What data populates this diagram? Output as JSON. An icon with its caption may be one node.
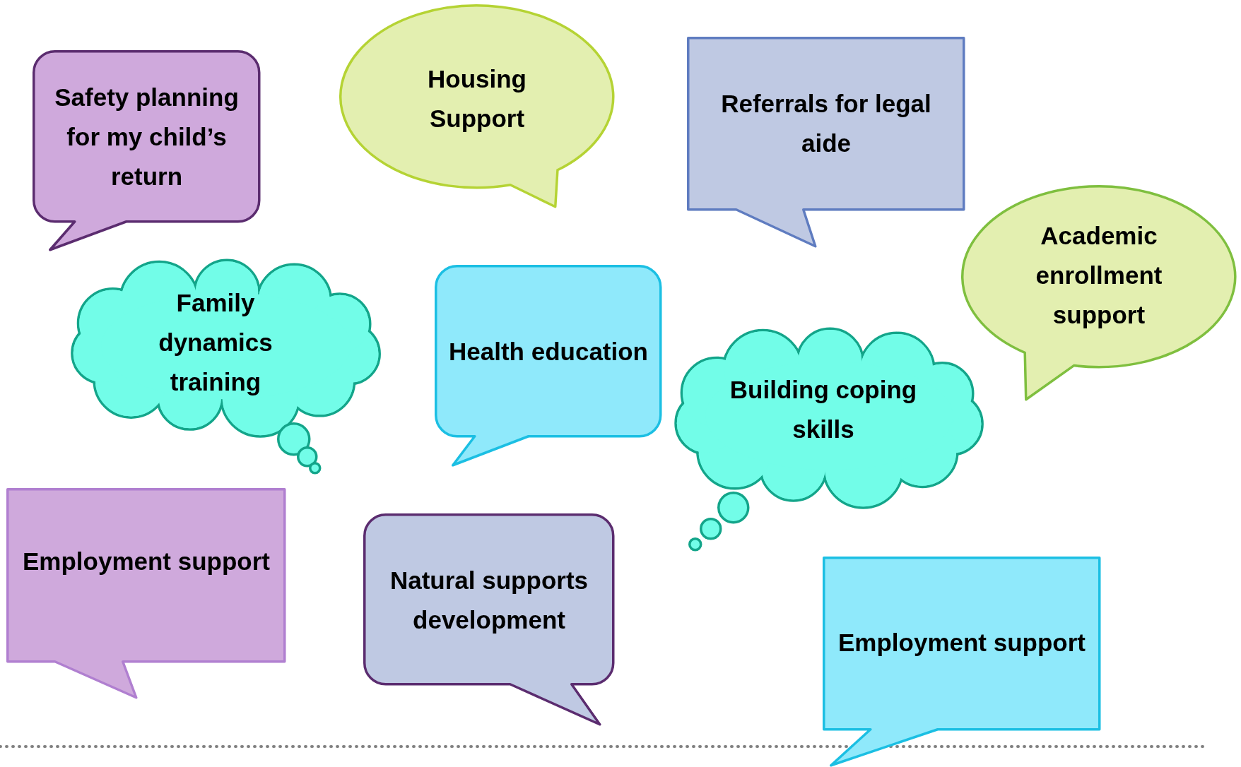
{
  "diagram": {
    "nodes": [
      {
        "text": [
          "Safety planning for my child’s return"
        ]
      },
      {
        "text": [
          "Housing Support"
        ]
      },
      {
        "text": [
          "Referrals for legal aide"
        ]
      },
      {
        "text": [
          "Academic enrollment support"
        ]
      },
      {
        "text": [
          "Family dynamics training"
        ]
      },
      {
        "text": [
          "Health education"
        ]
      },
      {
        "text": [
          "Building coping skills"
        ]
      },
      {
        "text": [
          "Employment support"
        ]
      },
      {
        "text": [
          "Natural supports development"
        ]
      },
      {
        "text": [
          "Employment support"
        ]
      }
    ]
  }
}
